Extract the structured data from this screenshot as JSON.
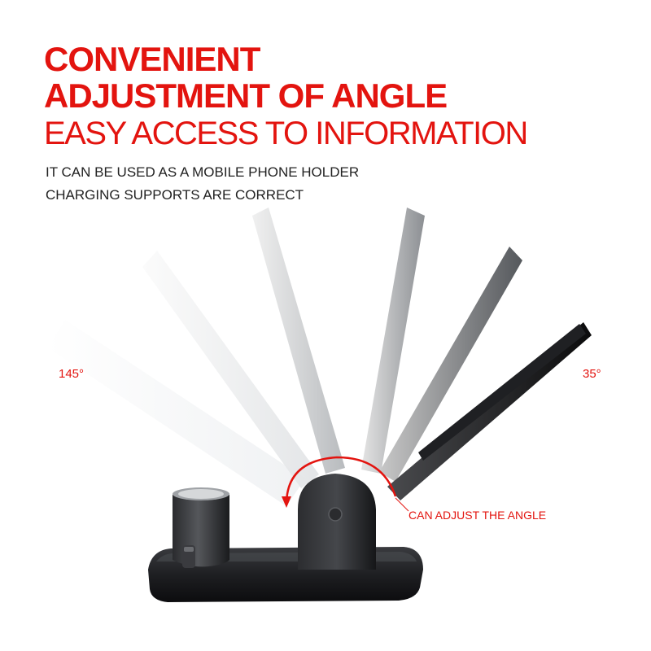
{
  "headline": {
    "line1": "CONVENIENT",
    "line2": "ADJUSTMENT OF ANGLE",
    "line3": "EASY ACCESS TO INFORMATION"
  },
  "subtext": {
    "line1": "IT CAN BE USED AS A MOBILE PHONE HOLDER",
    "line2": "CHARGING SUPPORTS ARE CORRECT"
  },
  "angles": {
    "max_label": "145°",
    "min_label": "35°"
  },
  "callout": "CAN ADJUST THE ANGLE",
  "colors": {
    "accent": "#e3140f",
    "text": "#222222",
    "stand": "#1c1d20"
  }
}
